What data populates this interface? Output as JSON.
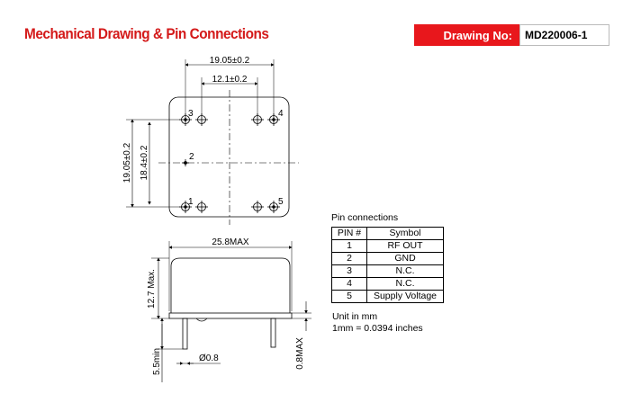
{
  "header": {
    "title": "Mechanical Drawing & Pin Connections",
    "drawing_no_label": "Drawing No:",
    "drawing_no_value": "MD220006-1",
    "title_color": "#d41a1a",
    "label_bg_color": "#e8171c"
  },
  "top_view": {
    "dim_overall_width": "19.05±0.2",
    "dim_pin_spacing_x": "12.1±0.2",
    "dim_overall_height": "19.05±0.2",
    "dim_pin_spacing_y": "18.4±0.2",
    "pin_labels": [
      "1",
      "2",
      "3",
      "4",
      "5"
    ]
  },
  "side_view": {
    "dim_length": "25.8MAX",
    "dim_height": "12.7 Max.",
    "dim_pin_diameter": "Ø0.8",
    "dim_pin_length": "5.5min",
    "dim_base": "0.8MAX"
  },
  "pin_table": {
    "caption": "Pin connections",
    "headers": [
      "PIN #",
      "Symbol"
    ],
    "rows": [
      [
        "1",
        "RF OUT"
      ],
      [
        "2",
        "GND"
      ],
      [
        "3",
        "N.C."
      ],
      [
        "4",
        "N.C."
      ],
      [
        "5",
        "Supply Voltage"
      ]
    ]
  },
  "units": {
    "line1": "Unit in mm",
    "line2": "1mm = 0.0394 inches"
  }
}
